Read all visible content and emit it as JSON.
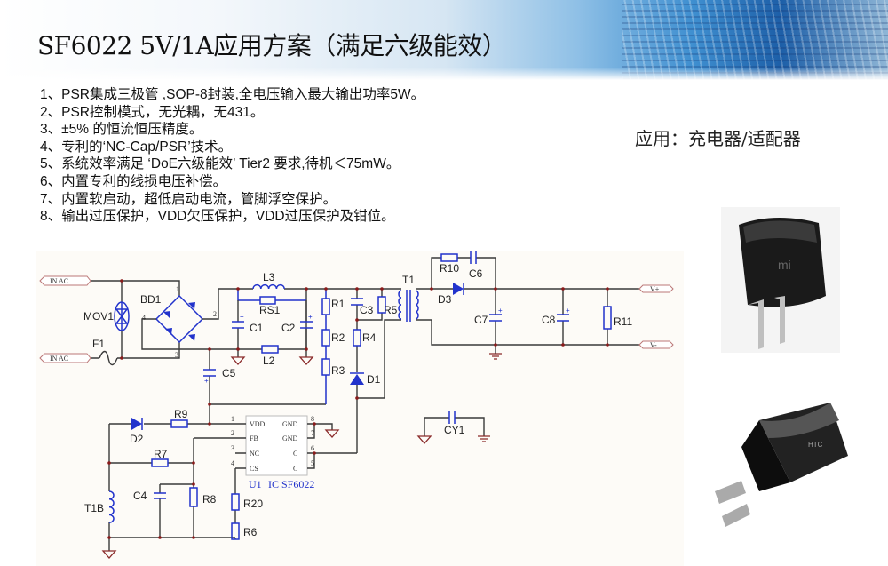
{
  "title": "SF6022 5V/1A应用方案（满足六级能效）",
  "features": [
    "1、PSR集成三极管 ,SOP-8封装,全电压输入最大输出功率5W。",
    "2、PSR控制模式，无光耦，无431。",
    "3、±5% 的恒流恒压精度。",
    "4、专利的‘NC-Cap/PSR’技术。",
    "5、系统效率满足 ‘DoE六级能效’ Tier2 要求,待机＜75mW。",
    "6、内置专利的线损电压补偿。",
    "7、内置软启动，超低启动电流，管脚浮空保护。",
    "8、输出过压保护，VDD欠压保护，VDD过压保护及钳位。"
  ],
  "application": "应用：充电器/适配器",
  "schematic": {
    "ports": {
      "in_ac_1": "IN AC",
      "in_ac_2": "IN AC",
      "vplus": "V+",
      "vminus": "V-"
    },
    "components": {
      "MOV1": "MOV1",
      "F1": "F1",
      "BD1": "BD1",
      "L3": "L3",
      "RS1": "RS1",
      "C1": "C1",
      "C2": "C2",
      "L2": "L2",
      "C5": "C5",
      "R1": "R1",
      "R2": "R2",
      "R3": "R3",
      "C3": "C3",
      "R5": "R5",
      "R4": "R4",
      "D1": "D1",
      "T1": "T1",
      "R10": "R10",
      "C6": "C6",
      "D3": "D3",
      "C7": "C7",
      "C8": "C8",
      "R11": "R11",
      "CY1": "CY1",
      "R9": "R9",
      "D2": "D2",
      "R7": "R7",
      "C4": "C4",
      "R8": "R8",
      "T1B": "T1B",
      "R20": "R20",
      "R6": "R6",
      "U1": "U1",
      "IC": "IC SF6022"
    },
    "bridge_pins": {
      "p1": "1",
      "p2": "2",
      "p3": "3",
      "p4": "4"
    },
    "ic_pins": {
      "left": [
        {
          "num": "1",
          "name": "VDD"
        },
        {
          "num": "2",
          "name": "FB"
        },
        {
          "num": "3",
          "name": "NC"
        },
        {
          "num": "4",
          "name": "CS"
        }
      ],
      "right": [
        {
          "num": "8",
          "name": "GND"
        },
        {
          "num": "7",
          "name": "GND"
        },
        {
          "num": "6",
          "name": "C"
        },
        {
          "num": "5",
          "name": "C"
        }
      ]
    }
  },
  "photos": {
    "charger1_logo": "mi",
    "charger2_logo": "HTC"
  }
}
